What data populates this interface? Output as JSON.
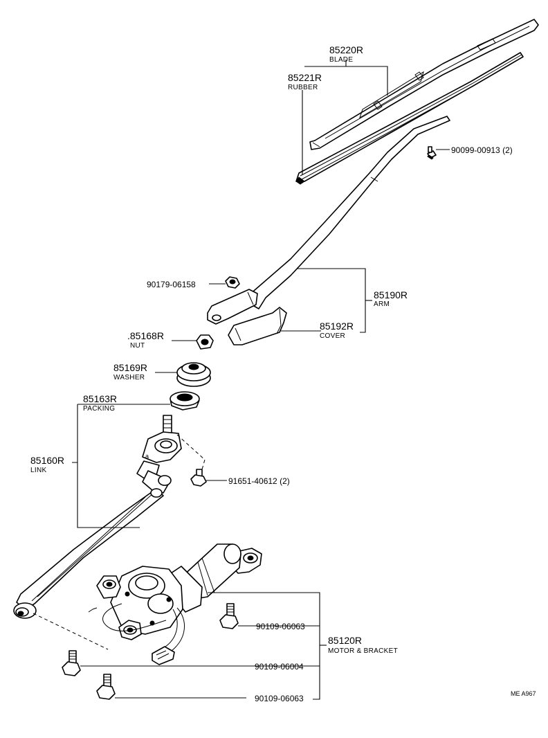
{
  "labels": {
    "blade": {
      "part_no": "85220R",
      "name": "BLADE"
    },
    "rubber": {
      "part_no": "85221R",
      "name": "RUBBER"
    },
    "bolt_top": {
      "part_no": "90099-00913 (2)"
    },
    "nut_arm": {
      "part_no": "90179-06158"
    },
    "arm": {
      "part_no": "85190R",
      "name": "ARM"
    },
    "cover": {
      "part_no": "85192R",
      "name": "COVER"
    },
    "nut": {
      "part_no": ".85168R",
      "name": "NUT"
    },
    "washer": {
      "part_no": "85169R",
      "name": "WASHER"
    },
    "packing": {
      "part_no": "85163R",
      "name": "PACKING"
    },
    "link": {
      "part_no": "85160R",
      "name": "LINK"
    },
    "bolt_link": {
      "part_no": "91651-40612 (2)"
    },
    "motor_bolt_1": {
      "part_no": "90109-06063"
    },
    "motor": {
      "part_no": "85120R",
      "name": "MOTOR & BRACKET"
    },
    "motor_bolt_2": {
      "part_no": "90109-06004"
    },
    "motor_bolt_3": {
      "part_no": "90109-06063"
    }
  },
  "figure_code": "ME  A967"
}
